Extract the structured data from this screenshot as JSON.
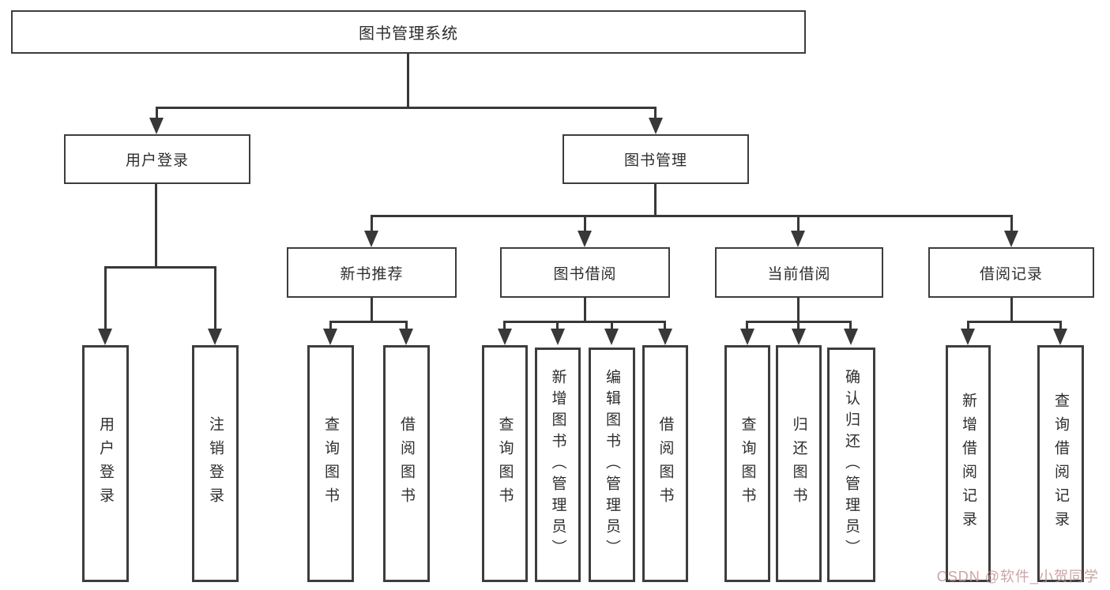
{
  "diagram": {
    "title": "图书管理系统",
    "type": "hierarchy-tree",
    "colors": {
      "line": "#383838",
      "box_border": "#3d3d3d",
      "text": "#2e2e2e",
      "background": "#ffffff",
      "watermark": "#c49494"
    },
    "watermark": "CSDN @软件_小贺同学",
    "nodes": {
      "root": {
        "label": "图书管理系统"
      },
      "user_login": {
        "label": "用户登录"
      },
      "book_mgmt": {
        "label": "图书管理"
      },
      "new_book_rec": {
        "label": "新书推荐"
      },
      "book_borrow": {
        "label": "图书借阅"
      },
      "current_borrow": {
        "label": "当前借阅"
      },
      "borrow_record": {
        "label": "借阅记录"
      },
      "leaf_user_login": {
        "label": "用户登录"
      },
      "leaf_logout": {
        "label": "注销登录"
      },
      "leaf_query_book_1": {
        "label": "查询图书"
      },
      "leaf_borrow_book_1": {
        "label": "借阅图书"
      },
      "leaf_query_book_2": {
        "label": "查询图书"
      },
      "leaf_add_book": {
        "label": "新增图书（管理员）"
      },
      "leaf_edit_book": {
        "label": "编辑图书（管理员）"
      },
      "leaf_borrow_book_2": {
        "label": "借阅图书"
      },
      "leaf_query_book_3": {
        "label": "查询图书"
      },
      "leaf_return_book": {
        "label": "归还图书"
      },
      "leaf_confirm_return": {
        "label": "确认归还（管理员）"
      },
      "leaf_add_record": {
        "label": "新增借阅记录"
      },
      "leaf_query_record": {
        "label": "查询借阅记录"
      }
    },
    "edges": [
      "图书管理系统→用户登录",
      "图书管理系统→图书管理",
      "用户登录→用户登录",
      "用户登录→注销登录",
      "图书管理→新书推荐",
      "图书管理→图书借阅",
      "图书管理→当前借阅",
      "图书管理→借阅记录",
      "新书推荐→查询图书",
      "新书推荐→借阅图书",
      "图书借阅→查询图书",
      "图书借阅→新增图书（管理员）",
      "图书借阅→编辑图书（管理员）",
      "图书借阅→借阅图书",
      "当前借阅→查询图书",
      "当前借阅→归还图书",
      "当前借阅→确认归还（管理员）",
      "借阅记录→新增借阅记录",
      "借阅记录→查询借阅记录"
    ]
  }
}
